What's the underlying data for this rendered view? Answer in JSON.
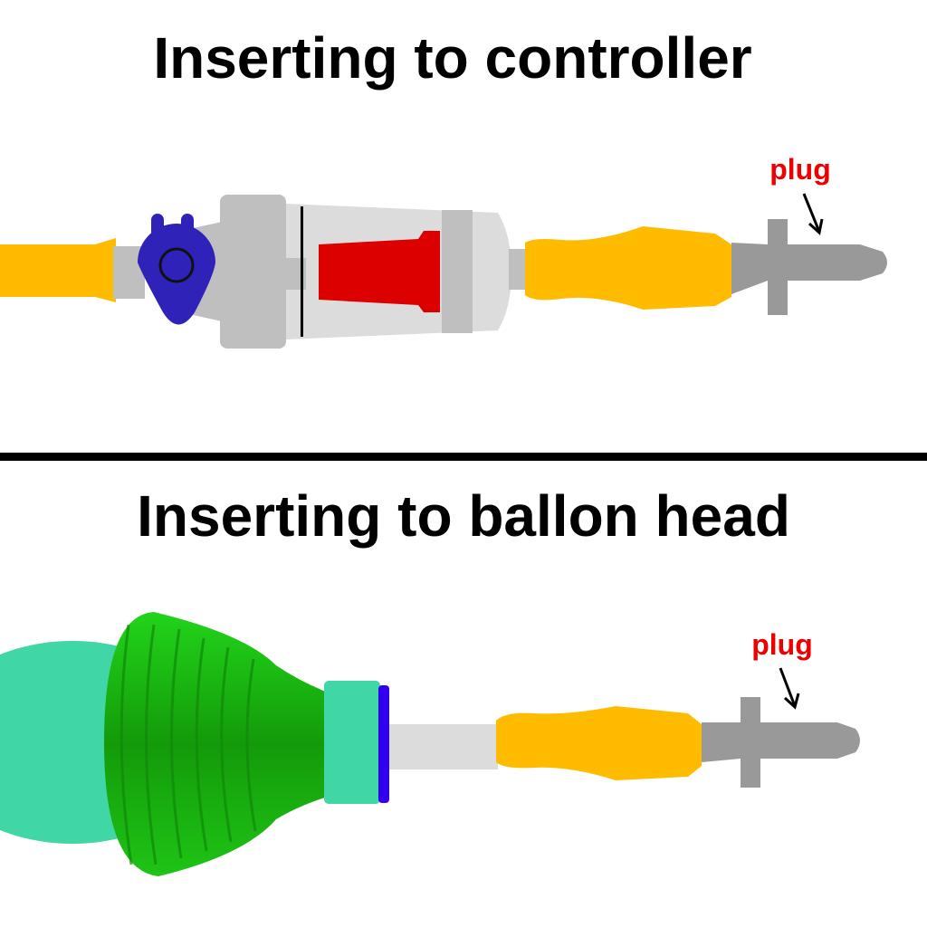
{
  "top_panel": {
    "title": "Inserting to controller",
    "plug_label": "plug"
  },
  "bottom_panel": {
    "title": "Inserting to ballon head",
    "plug_label": "plug"
  },
  "colors": {
    "tube_yellow": "#ffbb00",
    "plug_gray": "#999999",
    "valve_blue": "#2e22b8",
    "red_part": "#dd0000",
    "bulb_teal": "#40d6a6",
    "cone_green": "#16a80c",
    "ring_blue": "#3300ee",
    "label_red": "#ee0000"
  }
}
